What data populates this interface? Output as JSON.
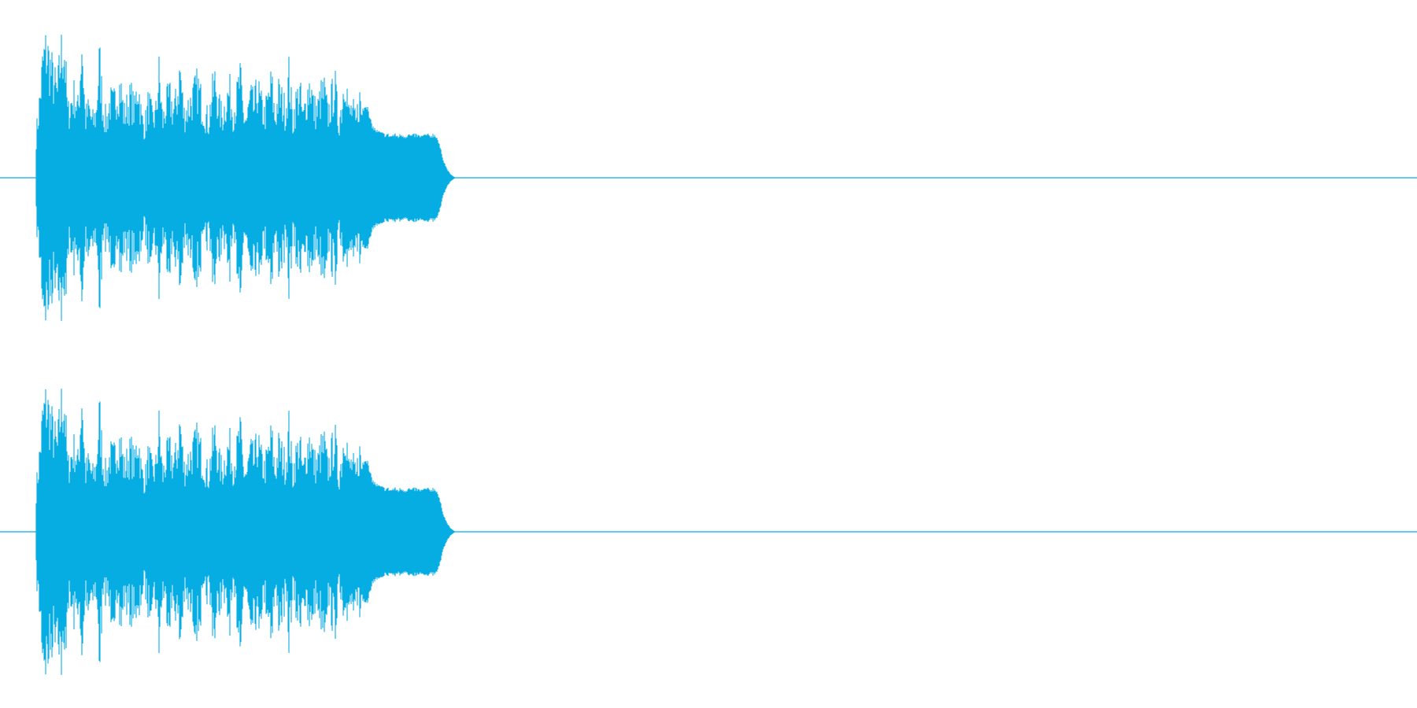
{
  "waveform": {
    "color": "#06ade3",
    "background": "#ffffff",
    "channel_count": 2,
    "duration_fraction_with_signal": 0.32,
    "envelope": [
      0.3,
      0.55,
      0.85,
      0.92,
      0.8,
      0.7,
      0.6,
      0.88,
      0.95,
      0.45,
      0.55,
      0.6,
      0.48,
      1.0,
      0.42,
      0.5,
      0.4,
      0.45,
      0.85,
      0.5,
      0.4,
      0.55,
      0.52,
      0.62,
      0.66,
      0.45,
      0.52,
      0.58,
      0.48,
      0.7,
      0.42,
      0.38,
      0.55,
      0.42,
      0.45,
      0.75,
      0.4,
      0.52,
      0.58,
      0.48,
      0.55,
      0.78,
      0.45,
      0.5,
      0.55,
      0.6,
      0.66,
      0.55,
      0.48,
      0.4,
      0.58,
      0.7,
      0.5,
      0.44,
      0.55,
      0.62,
      0.48,
      0.55,
      0.72,
      0.45,
      0.42,
      0.58,
      0.5,
      0.64,
      0.52,
      0.45,
      0.55,
      0.68,
      0.42,
      0.6,
      0.55,
      0.48,
      0.75,
      0.4,
      0.55,
      0.62,
      0.42,
      0.58,
      0.7,
      0.5,
      0.48,
      0.58,
      0.62,
      0.45,
      0.55,
      0.68,
      0.4,
      0.52,
      0.8,
      0.45,
      0.5,
      0.38,
      0.58,
      0.42,
      0.45,
      0.35,
      0.3,
      0.28,
      0.27,
      0.26,
      0.26,
      0.25,
      0.26,
      0.25,
      0.26,
      0.25,
      0.26,
      0.25,
      0.26,
      0.25,
      0.25,
      0.26,
      0.25,
      0.26,
      0.25,
      0.18,
      0.1,
      0.05,
      0.02,
      0.005
    ]
  }
}
